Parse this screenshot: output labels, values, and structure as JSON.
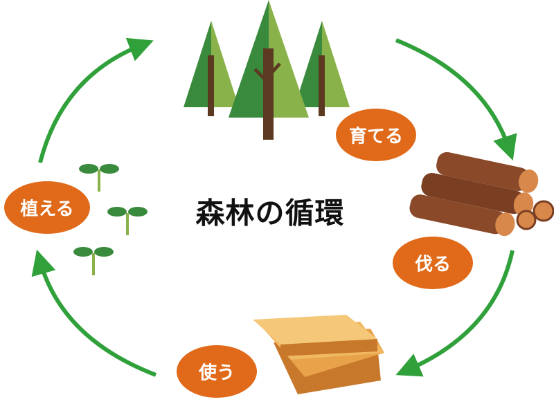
{
  "title": "森林の循環",
  "stages": [
    {
      "id": "grow",
      "label": "育てる"
    },
    {
      "id": "cut",
      "label": "伐る"
    },
    {
      "id": "use",
      "label": "使う"
    },
    {
      "id": "plant",
      "label": "植える"
    }
  ],
  "colors": {
    "arrow": "#2fa03a",
    "badge": "#e06a1a",
    "tree_dark": "#3a8a3e",
    "tree_light": "#8ab24a",
    "trunk": "#5c3a22",
    "log": "#8a4a2a",
    "plank": "#e8a24a"
  }
}
